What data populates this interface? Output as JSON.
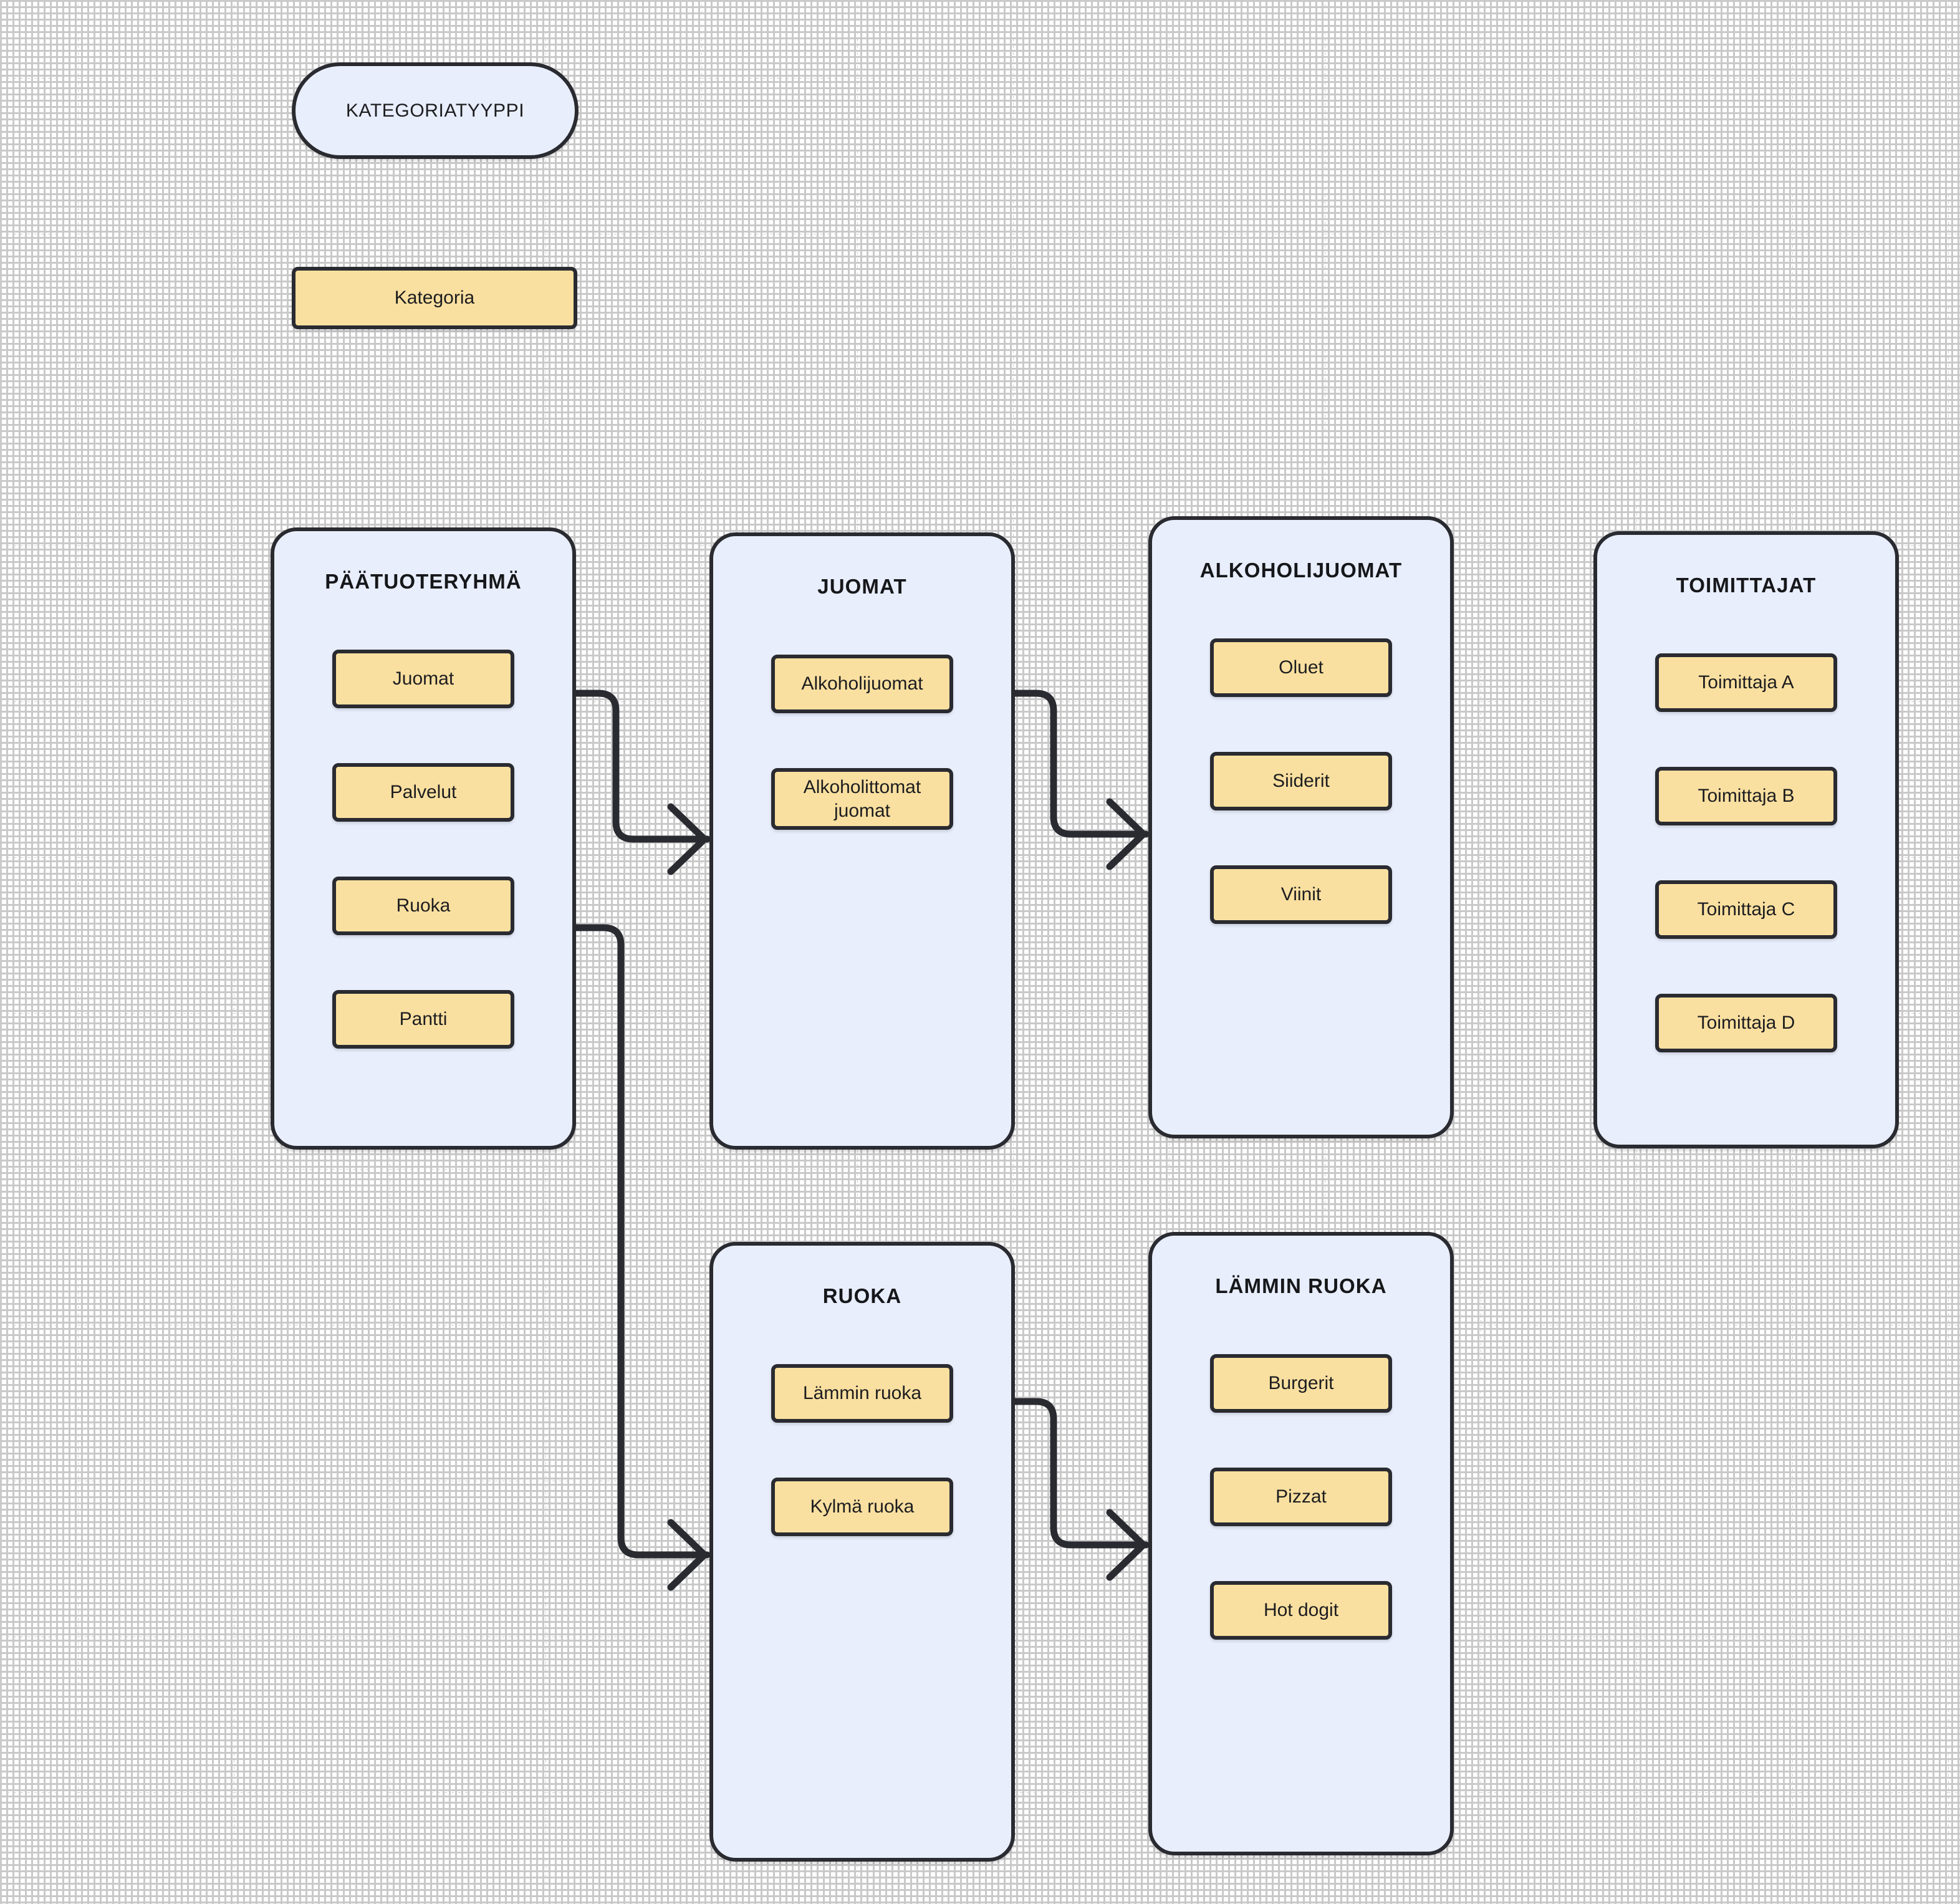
{
  "legend": {
    "category_type": {
      "label": "KATEGORIATYYPPI",
      "shape": "pill",
      "fill": "#e8eefc"
    },
    "category": {
      "label": "Kategoria",
      "shape": "rounded-rect",
      "fill": "#fae0a0"
    }
  },
  "groups": [
    {
      "id": "paatuoteryhma",
      "title": "PÄÄTUOTERYHMÄ",
      "nodes": [
        "Juomat",
        "Palvelut",
        "Ruoka",
        "Pantti"
      ]
    },
    {
      "id": "juomat",
      "title": "JUOMAT",
      "nodes": [
        "Alkoholijuomat",
        "Alkoholittomat juomat"
      ]
    },
    {
      "id": "alkoholijuomat",
      "title": "ALKOHOLIJUOMAT",
      "nodes": [
        "Oluet",
        "Siiderit",
        "Viinit"
      ]
    },
    {
      "id": "toimittajat",
      "title": "TOIMITTAJAT",
      "nodes": [
        "Toimittaja A",
        "Toimittaja B",
        "Toimittaja C",
        "Toimittaja D"
      ]
    },
    {
      "id": "ruoka",
      "title": "RUOKA",
      "nodes": [
        "Lämmin ruoka",
        "Kylmä ruoka"
      ]
    },
    {
      "id": "lammin-ruoka",
      "title": "LÄMMIN RUOKA",
      "nodes": [
        "Burgerit",
        "Pizzat",
        "Hot dogit"
      ]
    }
  ],
  "connections": [
    {
      "from": "Juomat",
      "to": "JUOMAT"
    },
    {
      "from": "Ruoka",
      "to": "RUOKA"
    },
    {
      "from": "Alkoholijuomat",
      "to": "ALKOHOLIJUOMAT"
    },
    {
      "from": "Lämmin ruoka",
      "to": "LÄMMIN RUOKA"
    }
  ],
  "colors": {
    "group_fill": "#e8eefc",
    "node_fill": "#fae0a0",
    "stroke": "#2a2b31",
    "background": "#ffffff",
    "grid": "#cccccc"
  }
}
